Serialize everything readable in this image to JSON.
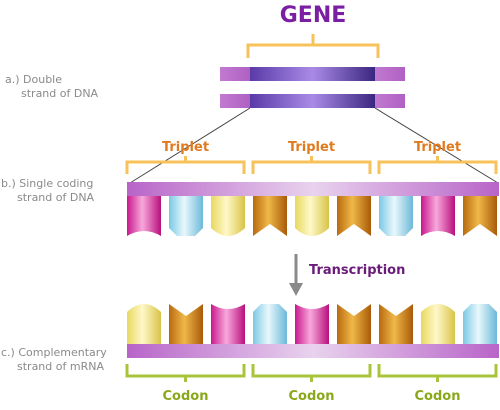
{
  "title": "GENE",
  "labels": {
    "double_strand_a": "a.) Double",
    "double_strand_b": "strand of DNA",
    "single_strand_a": "b.) Single coding",
    "single_strand_b": "strand of DNA",
    "mrna_a": "c.) Complementary",
    "mrna_b": "strand of mRNA",
    "transcription": "Transcription"
  },
  "triplets": [
    "Triplet",
    "Triplet",
    "Triplet"
  ],
  "codons": [
    "Codon",
    "Codon",
    "Codon"
  ],
  "dna_bases": [
    "pink",
    "blue",
    "yellow",
    "orange",
    "yellow",
    "orange",
    "blue",
    "pink",
    "orange"
  ],
  "mrna_bases": [
    "yellow",
    "orange",
    "pink",
    "blue",
    "pink",
    "orange",
    "orange",
    "yellow",
    "blue"
  ],
  "colors": {
    "title": "#7a1fa2",
    "triplet": "#e07a1f",
    "triplet_bracket": "#f7c25a",
    "codon": "#8aa81a",
    "codon_bracket": "#a8c43a",
    "transcription": "#6a1b7a",
    "side_label": "#8a8a8a",
    "strand": "#c77ad8"
  }
}
